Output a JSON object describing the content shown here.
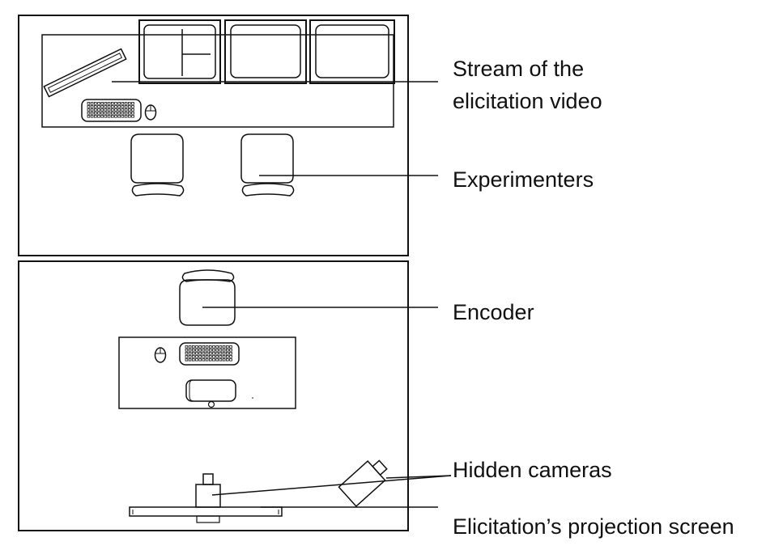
{
  "labels": {
    "stream_line1": "Stream of the",
    "stream_line2": "elicitation video",
    "experimenters": "Experimenters",
    "encoder": "Encoder",
    "hidden_cameras": "Hidden cameras",
    "projection_screen": "Elicitation’s projection screen"
  },
  "colors": {
    "stroke": "#111111",
    "background": "#ffffff"
  }
}
